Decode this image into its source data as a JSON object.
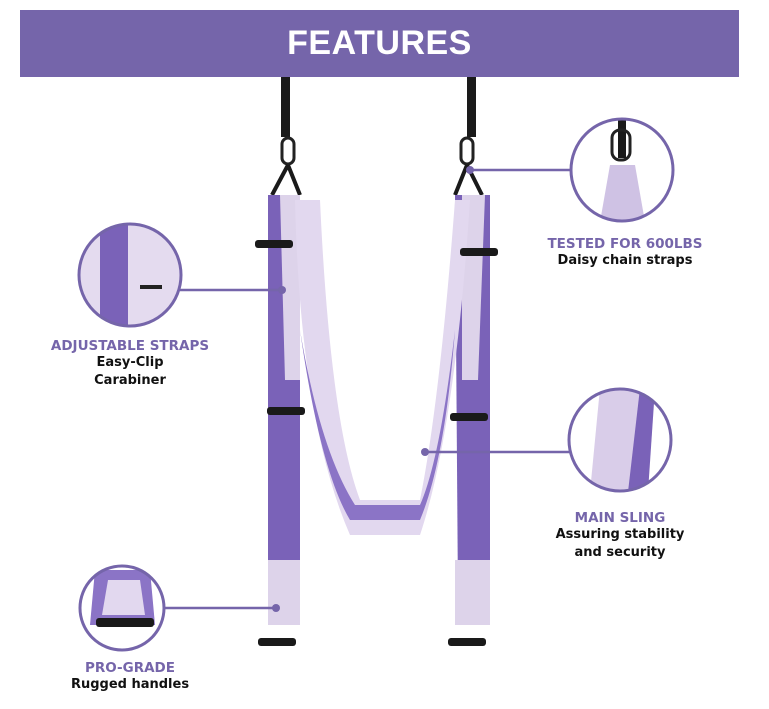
{
  "header": {
    "title": "FEATURES"
  },
  "features": [
    {
      "title": "TESTED FOR 600LBS",
      "subtitle": "Daisy chain straps"
    },
    {
      "title": "ADJUSTABLE STRAPS",
      "subtitle": "Easy-Clip Carabiner"
    },
    {
      "title": "MAIN SLING",
      "subtitle": "Assuring stability and security"
    },
    {
      "title": "PRO-GRADE",
      "subtitle": "Rugged handles"
    }
  ],
  "colors": {
    "accent": "#7565aa",
    "fabric_dark": "#7a62b8",
    "fabric_light": "#ddd3ea",
    "strap": "#1a1a1a"
  }
}
